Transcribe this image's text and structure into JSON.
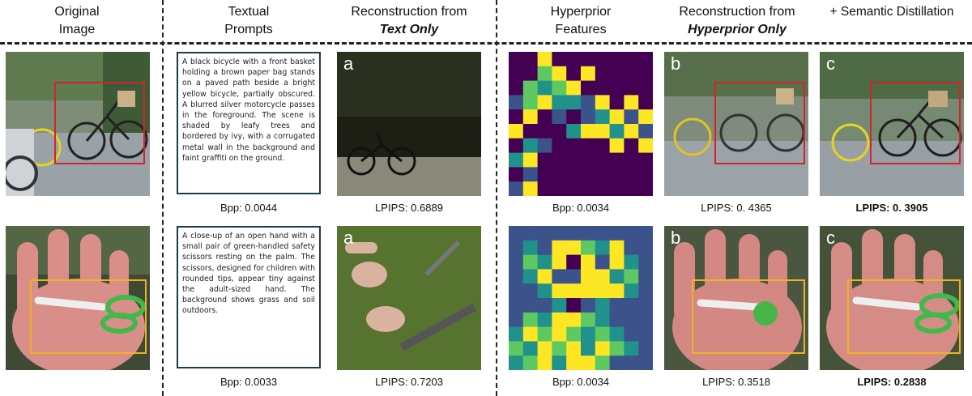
{
  "headers": {
    "original": "Original\nImage",
    "prompts": "Textual\nPrompts",
    "recon_text_line1": "Reconstruction from",
    "recon_text_line2": "Text Only",
    "hyperprior": "Hyperprior\nFeatures",
    "recon_hyper_line1": "Reconstruction from",
    "recon_hyper_line2": "Hyperprior Only",
    "semantic": "+ Semantic Distillation"
  },
  "rows": [
    {
      "prompt": "A black bicycle with a front basket holding a brown paper bag stands on a paved path beside a bright yellow bicycle, partially obscured. A blurred silver motorcycle passes in the foreground. The scene is shaded by leafy trees and bordered by ivy, with a corrugated metal wall in the background and faint graffiti on the ground.",
      "prompt_bpp": "Bpp: 0.0044",
      "text_lpips": "LPIPS: 0.6889",
      "hyper_bpp": "Bpp: 0.0034",
      "hyper_lpips": "LPIPS: 0. 4365",
      "semantic_lpips": "LPIPS: 0. 3905",
      "box_color": "#d0262b"
    },
    {
      "prompt": "A close-up of an open hand with a small pair of green-handled safety scissors resting on the palm. The scissors, designed for children with rounded tips, appear tiny against the adult-sized hand. The background shows grass and soil outdoors.",
      "prompt_bpp": "Bpp: 0.0033",
      "text_lpips": "LPIPS: 0.7203",
      "hyper_bpp": "Bpp: 0.0034",
      "hyper_lpips": "LPIPS: 0.3518",
      "semantic_lpips": "LPIPS: 0.2838",
      "box_color": "#f0b21e"
    }
  ],
  "labels": {
    "a": "a",
    "b": "b",
    "c": "c"
  },
  "heatmap_colors": [
    "#440154",
    "#3b528b",
    "#21918c",
    "#5ec962",
    "#fde725"
  ],
  "heatmaps": [
    [
      [
        0,
        0,
        4,
        0,
        0,
        0,
        0,
        0,
        0,
        0
      ],
      [
        0,
        0,
        3,
        4,
        0,
        4,
        0,
        0,
        0,
        0
      ],
      [
        0,
        3,
        2,
        3,
        4,
        0,
        0,
        0,
        0,
        0
      ],
      [
        1,
        3,
        4,
        2,
        2,
        1,
        4,
        0,
        4,
        0
      ],
      [
        0,
        4,
        0,
        1,
        0,
        1,
        2,
        4,
        1,
        4
      ],
      [
        4,
        0,
        0,
        0,
        2,
        4,
        4,
        2,
        4,
        1
      ],
      [
        0,
        2,
        1,
        0,
        0,
        0,
        0,
        4,
        0,
        4
      ],
      [
        2,
        4,
        0,
        0,
        0,
        0,
        0,
        0,
        0,
        0
      ],
      [
        0,
        1,
        0,
        0,
        0,
        0,
        0,
        0,
        0,
        0
      ],
      [
        1,
        4,
        0,
        0,
        0,
        0,
        0,
        0,
        0,
        0
      ]
    ],
    [
      [
        1,
        1,
        1,
        1,
        1,
        1,
        1,
        1,
        1,
        1
      ],
      [
        1,
        2,
        1,
        4,
        4,
        3,
        2,
        4,
        1,
        1
      ],
      [
        1,
        3,
        2,
        4,
        0,
        4,
        1,
        4,
        2,
        1
      ],
      [
        1,
        2,
        4,
        1,
        1,
        4,
        4,
        2,
        3,
        1
      ],
      [
        1,
        1,
        2,
        4,
        4,
        4,
        4,
        4,
        2,
        1
      ],
      [
        1,
        1,
        1,
        2,
        0,
        1,
        2,
        1,
        1,
        1
      ],
      [
        1,
        3,
        2,
        4,
        4,
        3,
        2,
        1,
        1,
        1
      ],
      [
        2,
        4,
        3,
        4,
        3,
        2,
        3,
        2,
        1,
        1
      ],
      [
        3,
        2,
        4,
        3,
        4,
        2,
        4,
        3,
        2,
        1
      ],
      [
        2,
        3,
        4,
        2,
        4,
        4,
        3,
        1,
        1,
        1
      ]
    ]
  ]
}
